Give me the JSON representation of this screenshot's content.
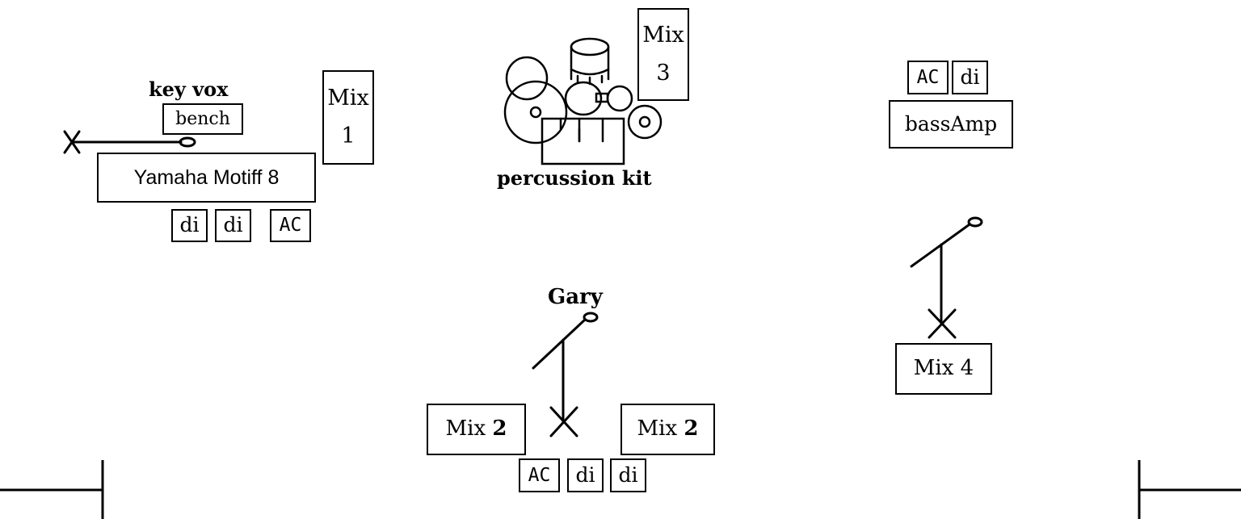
{
  "keyboard": {
    "title": "key vox",
    "bench": "bench",
    "instrument": "Yamaha Motiff 8",
    "di_1": "di",
    "di_2": "di",
    "ac": "AC"
  },
  "mix1": {
    "line1": "Mix",
    "line2": "1"
  },
  "drums": {
    "title": "percussion kit"
  },
  "mix3": {
    "line1": "Mix",
    "line2": "3"
  },
  "bass": {
    "ac": "AC",
    "di": "di",
    "amp": "bassAmp"
  },
  "mix4": {
    "label": "Mix 4"
  },
  "center": {
    "title": "Gary",
    "mix2_left": {
      "text": "Mix",
      "num": "2"
    },
    "mix2_right": {
      "text": "Mix",
      "num": "2"
    },
    "ac": "AC",
    "di_1": "di",
    "di_2": "di"
  }
}
